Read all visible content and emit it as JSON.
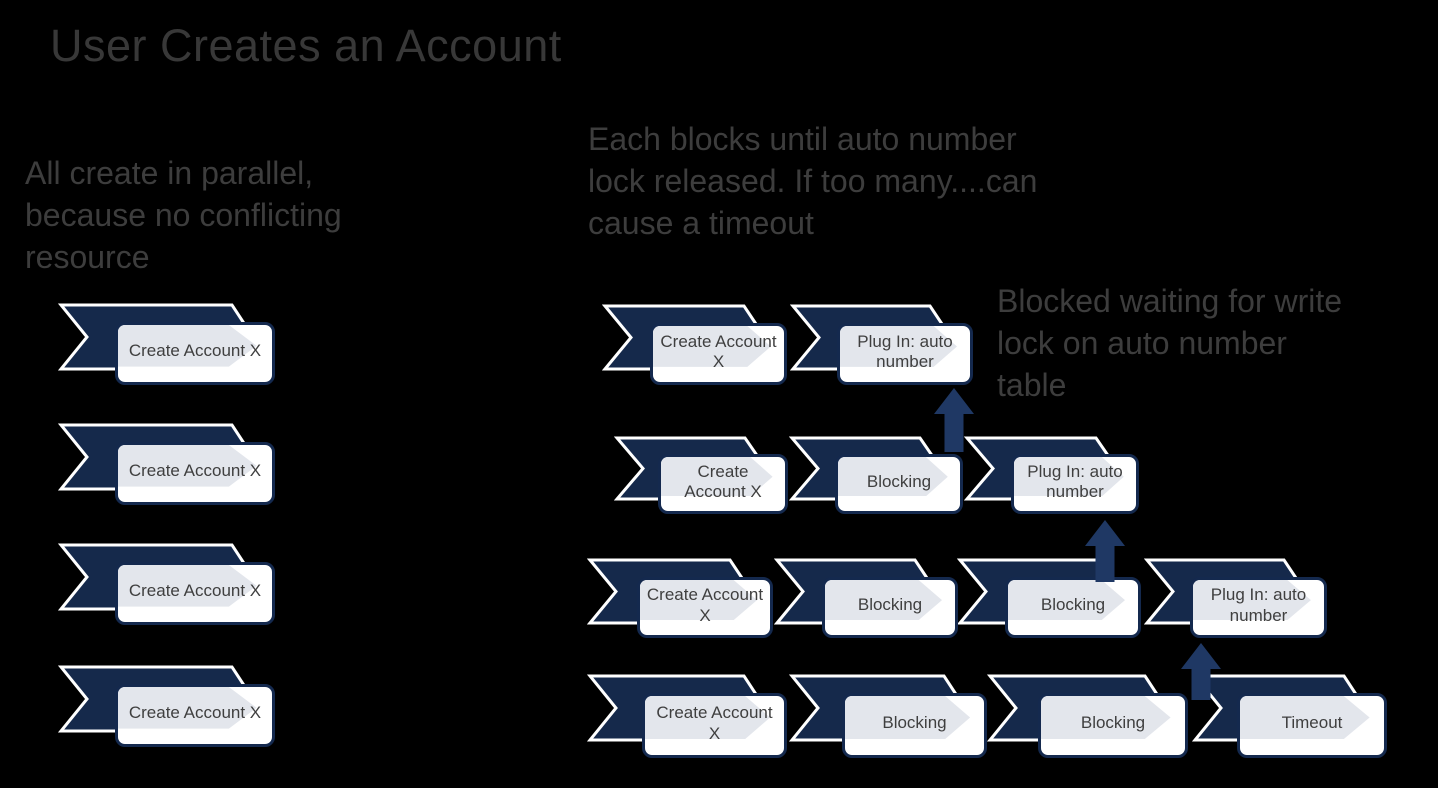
{
  "slide": {
    "title": "User Creates an Account"
  },
  "annotations": {
    "parallel_note": "All create in parallel,\nbecause no conflicting\nresource",
    "blocking_note": "Each blocks until auto number\nlock released. If too many....can\ncause a timeout",
    "lock_note": "Blocked waiting for write\nlock on auto number\ntable"
  },
  "colors": {
    "background": "#000000",
    "chevron_navy": "#15294b",
    "chevron_outline": "#ffffff",
    "box_fill": "#ffffff",
    "box_border": "#14294e",
    "box_watermark": "#e3e6ec",
    "box_text": "#3f3f3f",
    "arrow_navy": "#1f3864",
    "annotation_text": "#3d3d3d",
    "title_text": "#383838"
  },
  "left_column": {
    "items": [
      {
        "label": "Create Account X"
      },
      {
        "label": "Create Account X"
      },
      {
        "label": "Create Account X"
      },
      {
        "label": "Create Account X"
      }
    ]
  },
  "process_rows": [
    {
      "items": [
        {
          "label": "Create Account X"
        },
        {
          "label": "Plug In: auto number"
        }
      ]
    },
    {
      "items": [
        {
          "label": "Create Account X"
        },
        {
          "label": "Blocking"
        },
        {
          "label": "Plug In: auto number"
        }
      ]
    },
    {
      "items": [
        {
          "label": "Create Account X"
        },
        {
          "label": "Blocking"
        },
        {
          "label": "Blocking"
        },
        {
          "label": "Plug In: auto number"
        }
      ]
    },
    {
      "items": [
        {
          "label": "Create Account X"
        },
        {
          "label": "Blocking"
        },
        {
          "label": "Blocking"
        },
        {
          "label": "Timeout"
        }
      ]
    }
  ],
  "connectors": [
    {
      "name": "up-arrow-1",
      "from_row": 2,
      "to_row": 1,
      "points_to": "Plug In: auto number"
    },
    {
      "name": "up-arrow-2",
      "from_row": 3,
      "to_row": 2,
      "points_to": "Plug In: auto number"
    },
    {
      "name": "up-arrow-3",
      "from_row": 4,
      "to_row": 3,
      "points_to": "Plug In: auto number"
    }
  ]
}
